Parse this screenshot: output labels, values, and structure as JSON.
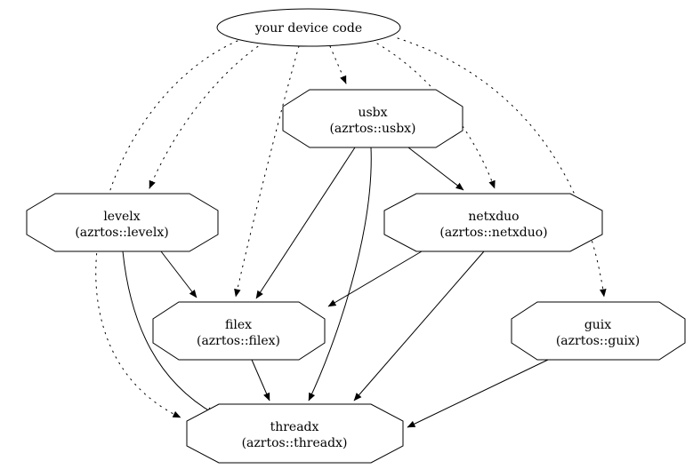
{
  "diagram": {
    "type": "dependency-graph",
    "colors": {
      "stroke": "#000000",
      "background": "#ffffff"
    },
    "nodes": [
      {
        "id": "device-code",
        "label": "your device code",
        "shape": "ellipse"
      },
      {
        "id": "usbx",
        "label": "usbx",
        "sublabel": "(azrtos::usbx)",
        "shape": "octagon"
      },
      {
        "id": "levelx",
        "label": "levelx",
        "sublabel": "(azrtos::levelx)",
        "shape": "octagon"
      },
      {
        "id": "netxduo",
        "label": "netxduo",
        "sublabel": "(azrtos::netxduo)",
        "shape": "octagon"
      },
      {
        "id": "filex",
        "label": "filex",
        "sublabel": "(azrtos::filex)",
        "shape": "octagon"
      },
      {
        "id": "guix",
        "label": "guix",
        "sublabel": "(azrtos::guix)",
        "shape": "octagon"
      },
      {
        "id": "threadx",
        "label": "threadx",
        "sublabel": "(azrtos::threadx)",
        "shape": "octagon"
      }
    ],
    "edges": [
      {
        "from": "device-code",
        "to": "usbx",
        "style": "dotted"
      },
      {
        "from": "device-code",
        "to": "levelx",
        "style": "dotted"
      },
      {
        "from": "device-code",
        "to": "netxduo",
        "style": "dotted"
      },
      {
        "from": "device-code",
        "to": "filex",
        "style": "dotted"
      },
      {
        "from": "device-code",
        "to": "guix",
        "style": "dotted"
      },
      {
        "from": "device-code",
        "to": "threadx",
        "style": "dotted"
      },
      {
        "from": "usbx",
        "to": "netxduo",
        "style": "solid"
      },
      {
        "from": "usbx",
        "to": "filex",
        "style": "solid"
      },
      {
        "from": "usbx",
        "to": "threadx",
        "style": "solid"
      },
      {
        "from": "levelx",
        "to": "filex",
        "style": "solid"
      },
      {
        "from": "levelx",
        "to": "threadx",
        "style": "solid"
      },
      {
        "from": "netxduo",
        "to": "filex",
        "style": "solid"
      },
      {
        "from": "netxduo",
        "to": "threadx",
        "style": "solid"
      },
      {
        "from": "filex",
        "to": "threadx",
        "style": "solid"
      },
      {
        "from": "guix",
        "to": "threadx",
        "style": "solid"
      }
    ]
  }
}
